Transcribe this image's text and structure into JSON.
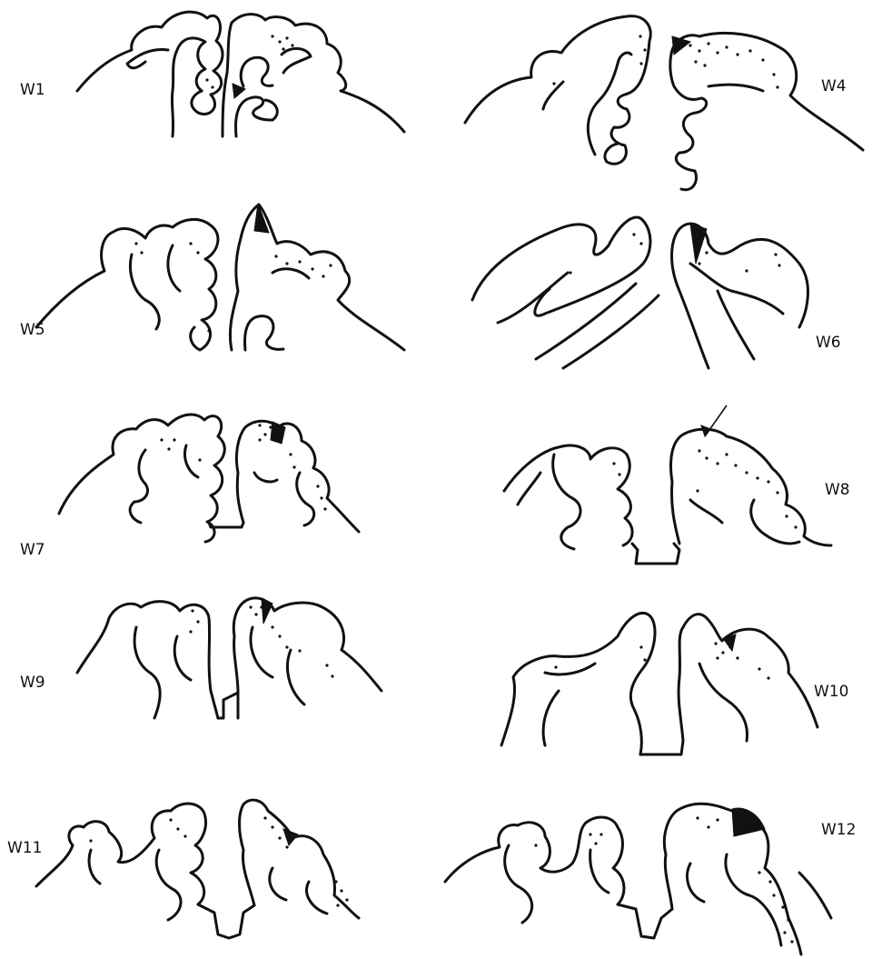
{
  "figure": {
    "panels": [
      {
        "label": "W1"
      },
      {
        "label": "W4"
      },
      {
        "label": "W5"
      },
      {
        "label": "W6"
      },
      {
        "label": "W7"
      },
      {
        "label": "W8"
      },
      {
        "label": "W9"
      },
      {
        "label": "W10"
      },
      {
        "label": "W11"
      },
      {
        "label": "W12"
      }
    ]
  }
}
